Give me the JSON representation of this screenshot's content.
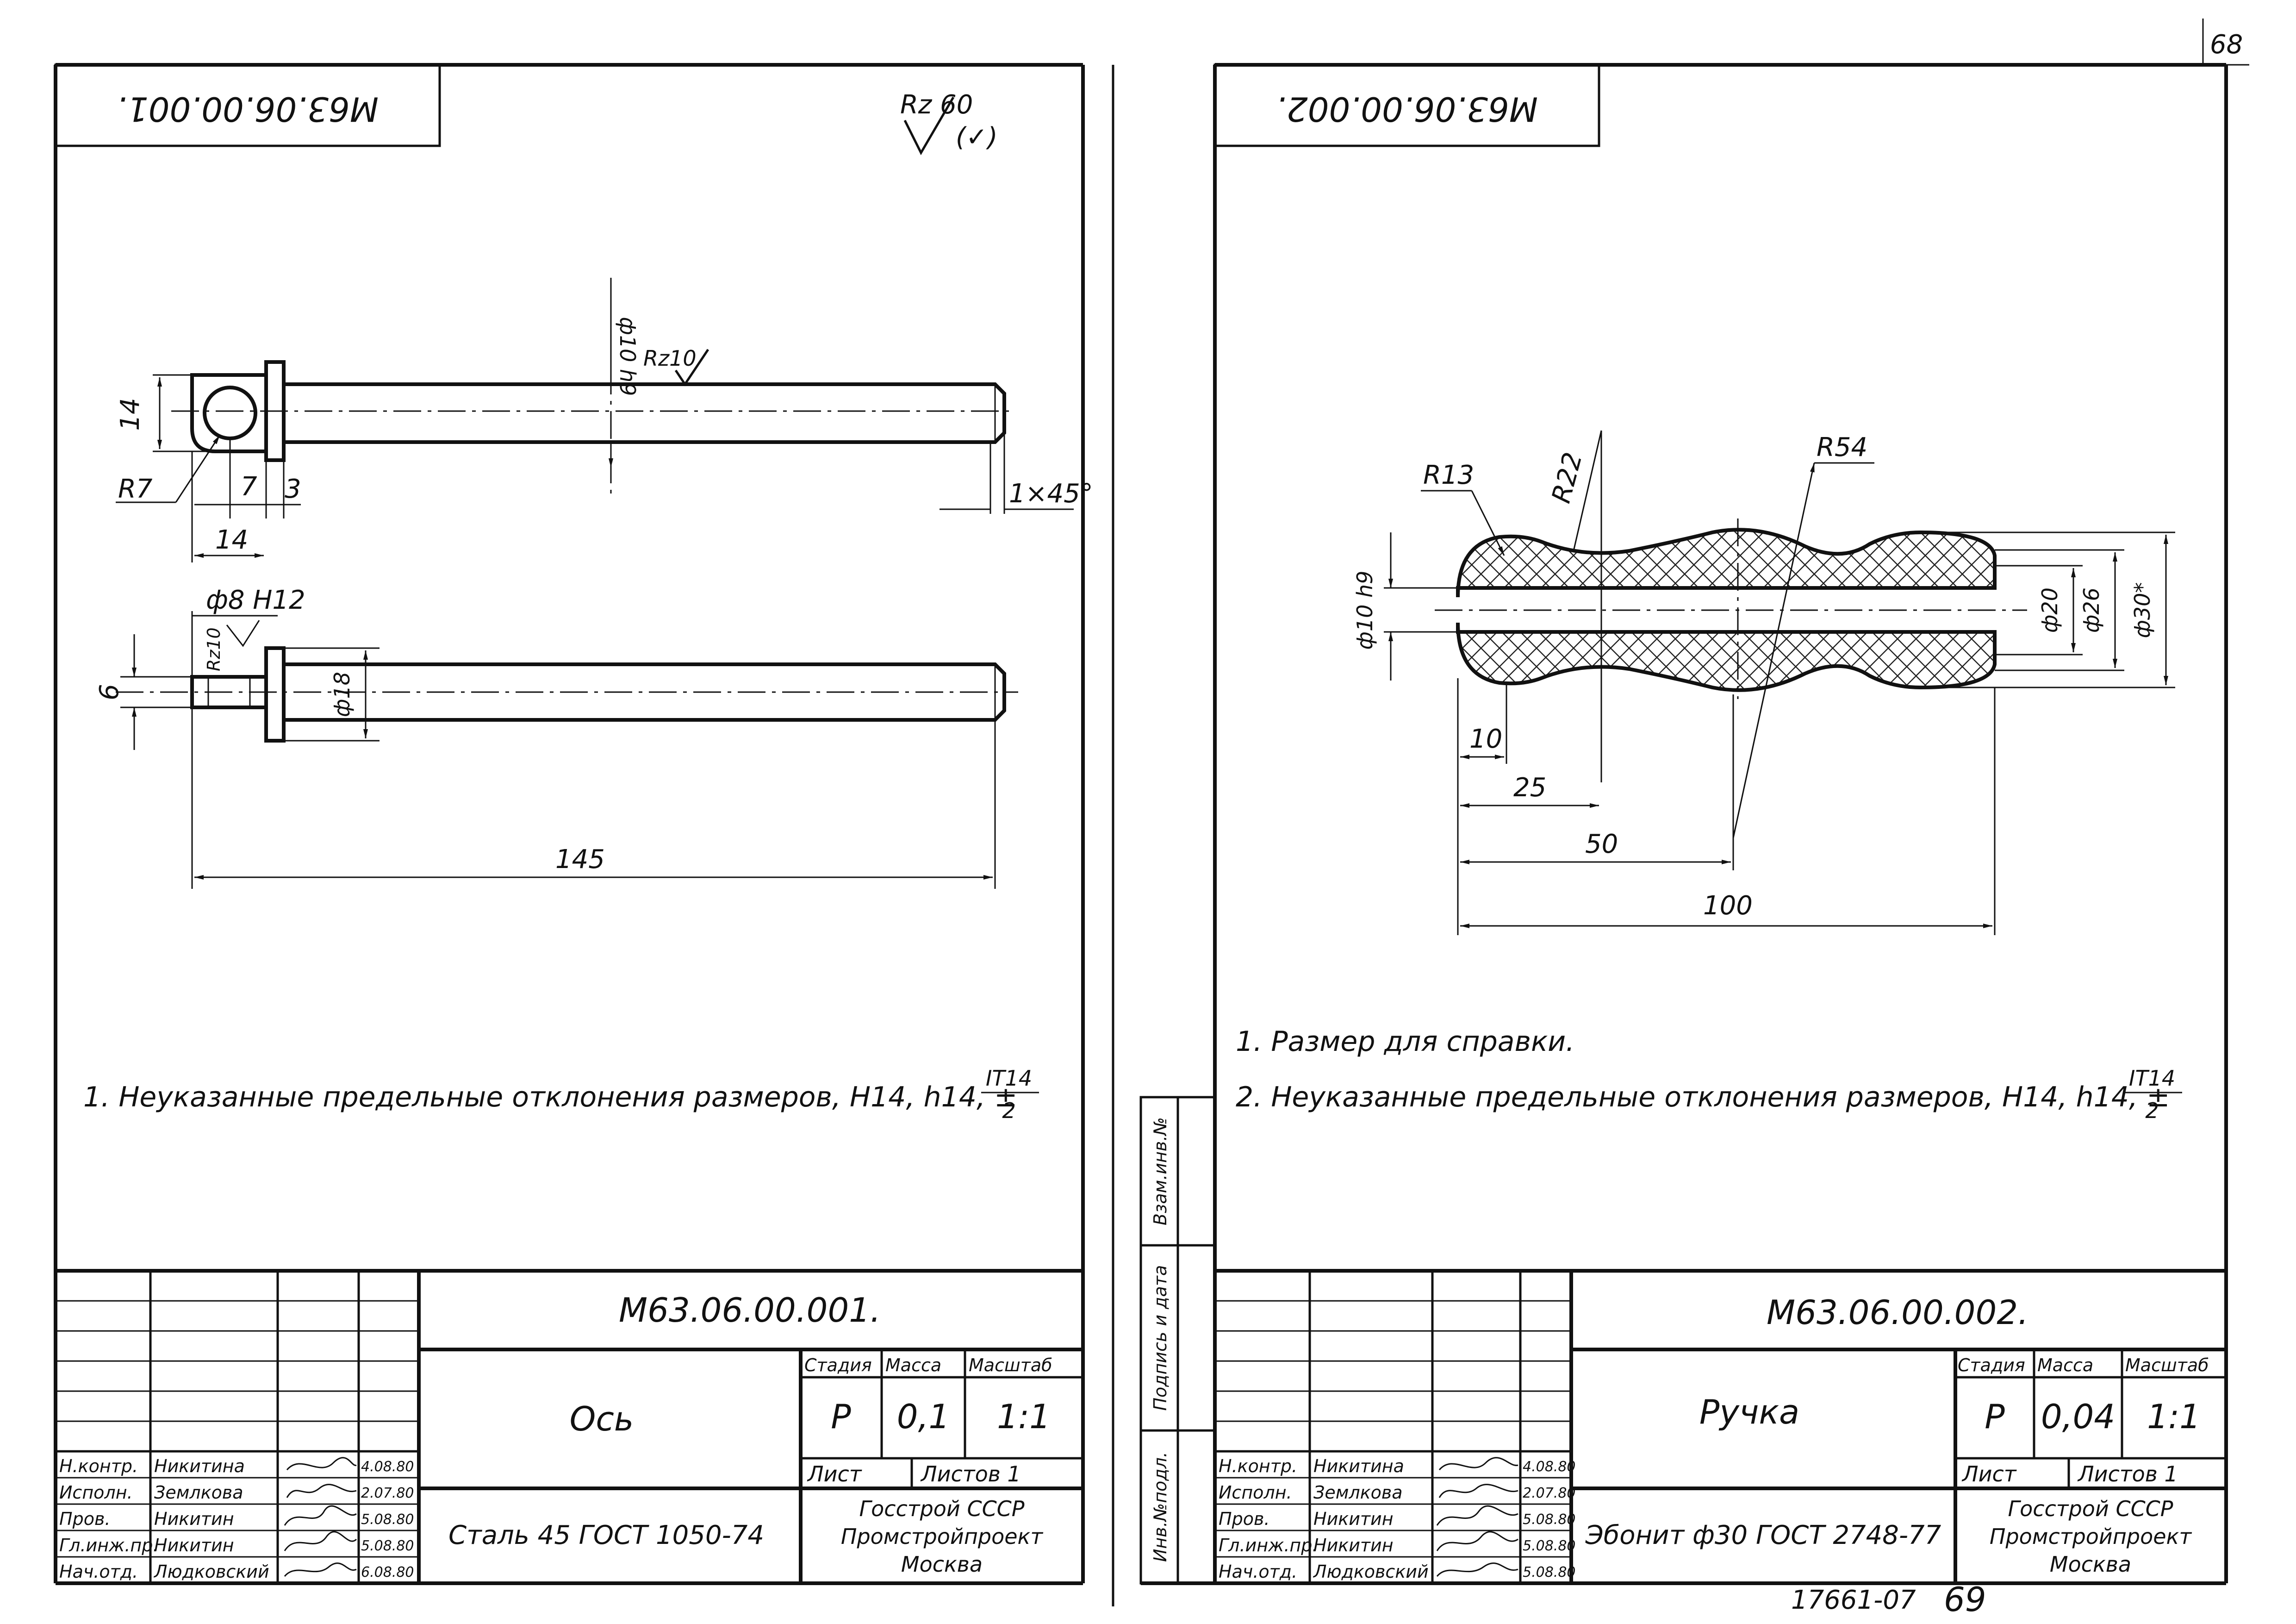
{
  "page_number": "68",
  "bottom_mark": "69",
  "bottom_stamp": "17661-07",
  "side_stamp": {
    "col1": "Инв.№подл.",
    "col2": "Подпись и дата",
    "col3": "Взам.инв.№"
  },
  "left_sheet": {
    "top_code": "М63.06.00.001.",
    "roughness_general": "Rz 60",
    "roughness_general_suffix": "(✓)",
    "dims": {
      "d_shaft": "ф10 h9",
      "rz_shaft": "Rz10",
      "height_14": "14",
      "r7": "R7",
      "len_7": "7",
      "len_3": "3",
      "chamfer": "1×45°",
      "width_14": "14",
      "hole": "ф8 H12",
      "rz_hole": "Rz10",
      "dim_6": "6",
      "d18": "ф18",
      "length_145": "145"
    },
    "note": "1. Неуказанные предельные отклонения размеров, H14, h14, ±",
    "note_frac_num": "IT14",
    "note_frac_den": "2",
    "title_block": {
      "code": "М63.06.00.001.",
      "name": "Ось",
      "material": "Сталь 45 ГОСТ 1050-74",
      "stage_label": "Стадия",
      "mass_label": "Масса",
      "scale_label": "Масштаб",
      "stage": "Р",
      "mass": "0,1",
      "scale": "1:1",
      "sheet_label": "Лист",
      "sheets_label": "Листов 1",
      "org_line1": "Госстрой СССР",
      "org_line2": "Промстройпроект",
      "org_line3": "Москва",
      "people": [
        {
          "role": "Н.контр.",
          "name": "Никитина",
          "date": "4.08.80"
        },
        {
          "role": "Исполн.",
          "name": "Землкова",
          "date": "2.07.80"
        },
        {
          "role": "Пров.",
          "name": "Никитин",
          "date": "5.08.80"
        },
        {
          "role": "Гл.инж.пр.",
          "name": "Никитин",
          "date": "5.08.80"
        },
        {
          "role": "Нач.отд.",
          "name": "Людковский",
          "date": "6.08.80"
        }
      ]
    }
  },
  "right_sheet": {
    "top_code": "М63.06.00.002.",
    "dims": {
      "r13": "R13",
      "r22": "R22",
      "r54": "R54",
      "d10h9": "ф10 h9",
      "d20": "ф20",
      "d26": "ф26",
      "d30": "ф30*",
      "len_10": "10",
      "len_25": "25",
      "len_50": "50",
      "len_100": "100"
    },
    "note1": "1. Размер для справки.",
    "note2": "2. Неуказанные предельные отклонения размеров, H14, h14, ±",
    "note_frac_num": "IT14",
    "note_frac_den": "2",
    "title_block": {
      "code": "М63.06.00.002.",
      "name": "Ручка",
      "material": "Эбонит ф30 ГОСТ 2748-77",
      "stage_label": "Стадия",
      "mass_label": "Масса",
      "scale_label": "Масштаб",
      "stage": "Р",
      "mass": "0,04",
      "scale": "1:1",
      "sheet_label": "Лист",
      "sheets_label": "Листов 1",
      "org_line1": "Госстрой СССР",
      "org_line2": "Промстройпроект",
      "org_line3": "Москва",
      "people": [
        {
          "role": "Н.контр.",
          "name": "Никитина",
          "date": "4.08.80"
        },
        {
          "role": "Исполн.",
          "name": "Землкова",
          "date": "2.07.80"
        },
        {
          "role": "Пров.",
          "name": "Никитин",
          "date": "5.08.80"
        },
        {
          "role": "Гл.инж.пр.",
          "name": "Никитин",
          "date": "5.08.80"
        },
        {
          "role": "Нач.отд.",
          "name": "Людковский",
          "date": "5.08.80"
        }
      ]
    }
  }
}
